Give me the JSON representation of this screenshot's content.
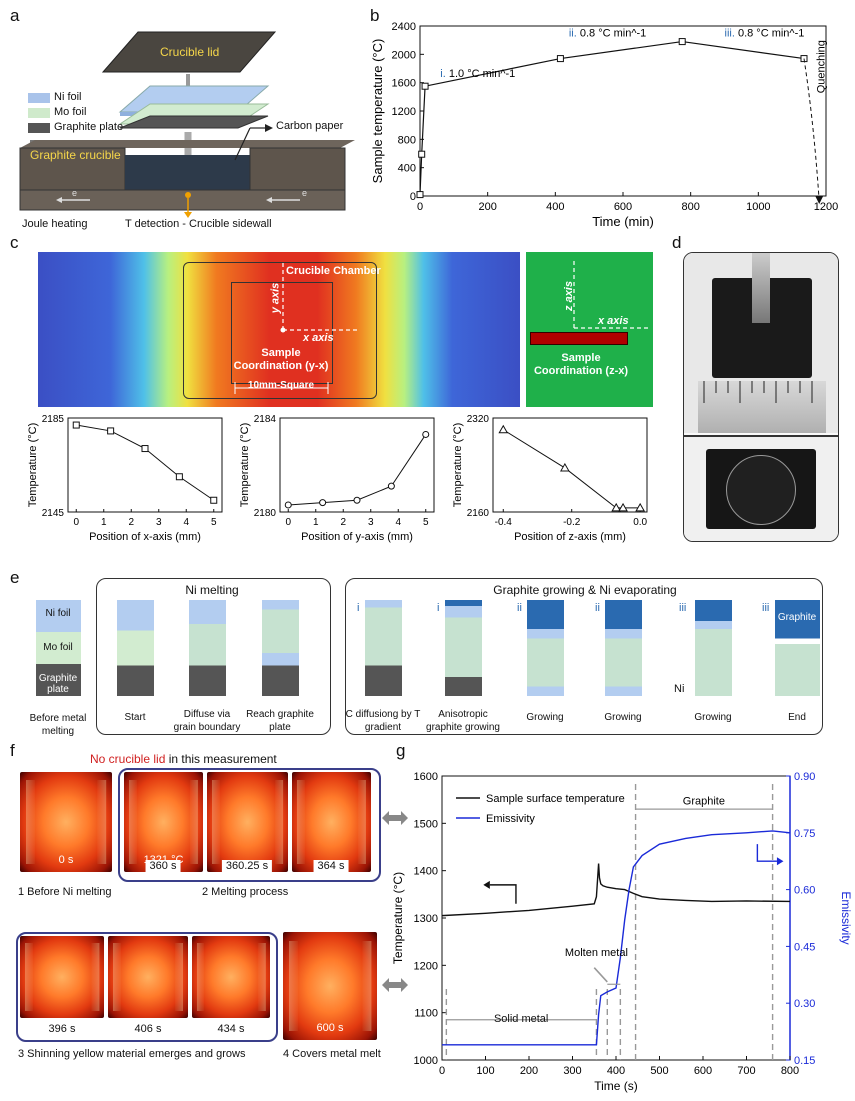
{
  "panel_labels": [
    "a",
    "b",
    "c",
    "d",
    "e",
    "f",
    "g"
  ],
  "panel_a": {
    "crucible_lid": "Crucible lid",
    "legend": [
      "Ni foil",
      "Mo foil",
      "Graphite plate"
    ],
    "legend_colors": [
      "#a9c3ea",
      "#cfeacb",
      "#555555"
    ],
    "carbon_paper": "Carbon paper",
    "graphite_crucible": "Graphite crucible",
    "e_left": "e",
    "e_right": "e",
    "joule_heating": "Joule heating",
    "t_detection": "T detection - Crucible sidewall"
  },
  "panel_c_map": {
    "chamber": "Crucible Chamber",
    "y_axis": "y axis",
    "x_axis": "x axis",
    "sample_coord_yx_1": "Sample",
    "sample_coord_yx_2": "Coordination (y-x)",
    "square": "10mm-Square",
    "z_axis": "z axis",
    "x_axis_2": "x axis",
    "sample_coord_zx_1": "Sample",
    "sample_coord_zx_2": "Coordination (z-x)"
  },
  "panel_e": {
    "before": {
      "layers": [
        "Ni foil",
        "Mo foil",
        "Graphite plate"
      ],
      "caption": "Before metal melting"
    },
    "ni_box_title": "Ni melting",
    "ni_captions": [
      "Start",
      "Diffuse via grain boundary",
      "Reach graphite plate"
    ],
    "growth_box_title": "Graphite growing & Ni evaporating",
    "growth_tags": [
      "i",
      "i",
      "ii",
      "ii",
      "iii",
      "iii"
    ],
    "growth_captions": [
      "C diffusiong by T gradient",
      "Anisotropic graphite growing",
      "Growing",
      "Growing",
      "Growing",
      "End"
    ],
    "ni_label": "Ni",
    "graphite_label": "Graphite"
  },
  "panel_f": {
    "title_red": "No crucible lid",
    "title_rest": " in this measurement",
    "frames": [
      {
        "time": "0 s"
      },
      {
        "time": "360 s",
        "temp": "1321 °C"
      },
      {
        "time": "360.25 s"
      },
      {
        "time": "364 s"
      },
      {
        "time": "396 s"
      },
      {
        "time": "406 s"
      },
      {
        "time": "434 s"
      },
      {
        "time": "600 s"
      }
    ],
    "captions": [
      "1 Before Ni melting",
      "2 Melting process",
      "3 Shinning yellow material emerges and grows",
      "4 Covers metal melt"
    ]
  },
  "chart_data": [
    {
      "id": "b",
      "type": "line",
      "xlabel": "Time (min)",
      "ylabel": "Sample temperature (°C)",
      "xlim": [
        0,
        1200
      ],
      "ylim": [
        0,
        2400
      ],
      "xticks": [
        0,
        200,
        400,
        600,
        800,
        1000,
        1200
      ],
      "yticks": [
        0,
        400,
        800,
        1200,
        1600,
        2000,
        2400
      ],
      "x": [
        0,
        5,
        15,
        415,
        775,
        1135
      ],
      "y": [
        20,
        590,
        1550,
        1940,
        2180,
        1940
      ],
      "quench": {
        "x": [
          1135,
          1180
        ],
        "y": [
          1940,
          0
        ],
        "label": "Quenching"
      },
      "annotations": [
        {
          "num": "i.",
          "text": " 1.0 °C min^-1"
        },
        {
          "num": "ii.",
          "text": " 0.8 °C min^-1"
        },
        {
          "num": "iii.",
          "text": " 0.8 °C min^-1"
        }
      ]
    },
    {
      "id": "c1",
      "type": "line",
      "xlabel": "Position of x-axis (mm)",
      "ylabel": "Temperature (°C)",
      "xlim": [
        -0.3,
        5.3
      ],
      "ylim": [
        2145,
        2185
      ],
      "xticks": [
        0,
        1,
        2,
        3,
        4,
        5
      ],
      "yticks": [
        2145,
        2185
      ],
      "x": [
        0,
        1.25,
        2.5,
        3.75,
        5
      ],
      "y": [
        2182,
        2179.5,
        2172,
        2160,
        2150
      ],
      "marker": "square"
    },
    {
      "id": "c2",
      "type": "line",
      "xlabel": "Position of y-axis (mm)",
      "ylabel": "Temperature (°C)",
      "xlim": [
        -0.3,
        5.3
      ],
      "ylim": [
        2180,
        2184
      ],
      "xticks": [
        0,
        1,
        2,
        3,
        4,
        5
      ],
      "yticks": [
        2180,
        2184
      ],
      "x": [
        0,
        1.25,
        2.5,
        3.75,
        5
      ],
      "y": [
        2180.3,
        2180.4,
        2180.5,
        2181.1,
        2183.3
      ],
      "marker": "circle"
    },
    {
      "id": "c3",
      "type": "line",
      "xlabel": "Position of z-axis (mm)",
      "ylabel": "Temperature (°C)",
      "xlim": [
        -0.43,
        0.02
      ],
      "ylim": [
        2160,
        2320
      ],
      "xticks": [
        -0.4,
        -0.2,
        0.0
      ],
      "ytick_labels": [
        "-0.4",
        "-0.2",
        "0.0"
      ],
      "yticks": [
        2160,
        2320
      ],
      "x": [
        -0.4,
        -0.22,
        -0.07,
        -0.05,
        0.0
      ],
      "y": [
        2300,
        2235,
        2167,
        2167,
        2167
      ],
      "marker": "triangle"
    },
    {
      "id": "g",
      "type": "line",
      "xlabel": "Time (s)",
      "ylabel": "Temperature (°C)",
      "y2label": "Emissivity",
      "xlim": [
        0,
        800
      ],
      "ylim": [
        1000,
        1600
      ],
      "y2lim": [
        0.15,
        0.9
      ],
      "xticks": [
        0,
        100,
        200,
        300,
        400,
        500,
        600,
        700,
        800
      ],
      "yticks": [
        1000,
        1100,
        1200,
        1300,
        1400,
        1500,
        1600
      ],
      "y2ticks": [
        0.15,
        0.3,
        0.45,
        0.6,
        0.75,
        0.9
      ],
      "y2tick_labels": [
        "0.15",
        "0.30",
        "0.45",
        "0.60",
        "0.75",
        "0.90"
      ],
      "series": [
        {
          "name": "Sample surface temperature",
          "color": "#111111",
          "x": [
            0,
            100,
            200,
            300,
            350,
            355,
            360,
            362,
            365,
            370,
            380,
            400,
            420,
            440,
            460,
            500,
            560,
            620,
            700,
            800
          ],
          "y": [
            1305,
            1310,
            1316,
            1325,
            1330,
            1345,
            1415,
            1385,
            1372,
            1368,
            1365,
            1362,
            1360,
            1352,
            1345,
            1340,
            1337,
            1335,
            1336,
            1335
          ]
        },
        {
          "name": "Emissivity",
          "color": "#1a2ad8",
          "axis": "right",
          "x": [
            0,
            100,
            200,
            300,
            355,
            360,
            365,
            380,
            400,
            410,
            420,
            430,
            440,
            460,
            500,
            560,
            620,
            700,
            760,
            800
          ],
          "y": [
            0.19,
            0.19,
            0.19,
            0.19,
            0.19,
            0.27,
            0.32,
            0.33,
            0.34,
            0.42,
            0.52,
            0.6,
            0.66,
            0.69,
            0.72,
            0.735,
            0.745,
            0.75,
            0.755,
            0.75
          ]
        }
      ],
      "annotations": {
        "solid_metal": "Solid metal",
        "molten_metal": "Molten metal",
        "graphite": "Graphite"
      }
    }
  ]
}
